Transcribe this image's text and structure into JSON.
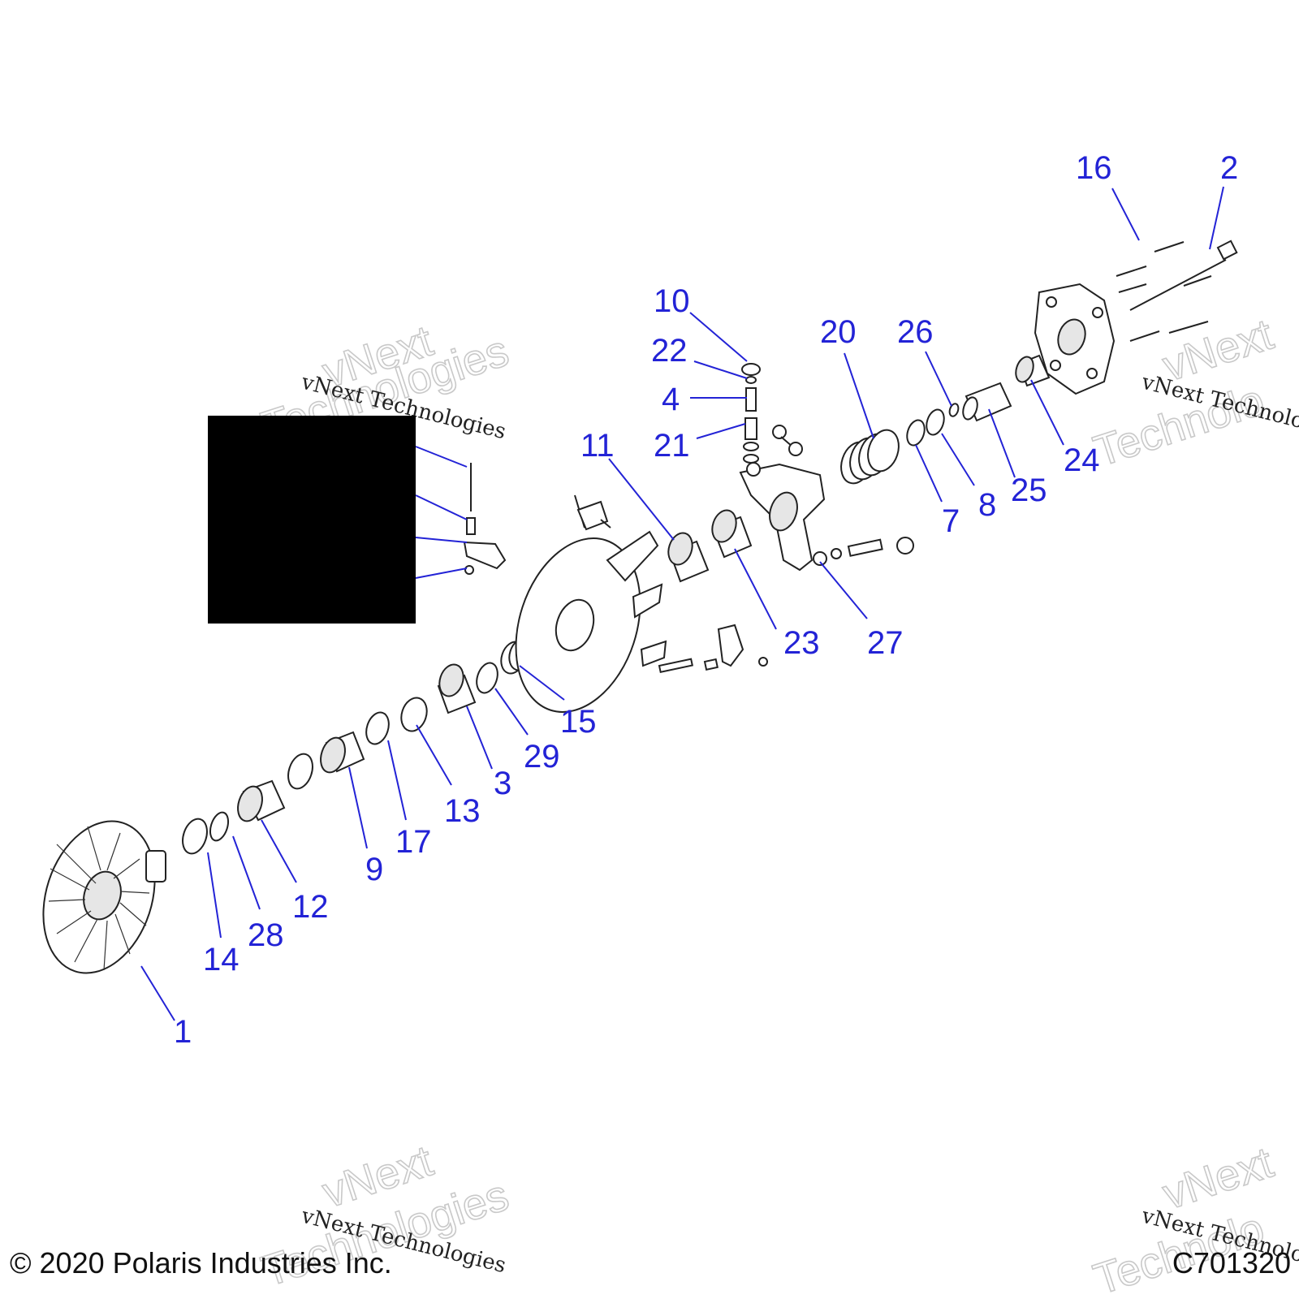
{
  "callouts": [
    {
      "id": "1",
      "label": "1"
    },
    {
      "id": "2",
      "label": "2"
    },
    {
      "id": "3",
      "label": "3"
    },
    {
      "id": "4",
      "label": "4"
    },
    {
      "id": "7",
      "label": "7"
    },
    {
      "id": "8",
      "label": "8"
    },
    {
      "id": "9",
      "label": "9"
    },
    {
      "id": "10",
      "label": "10"
    },
    {
      "id": "11",
      "label": "11"
    },
    {
      "id": "12",
      "label": "12"
    },
    {
      "id": "13",
      "label": "13"
    },
    {
      "id": "14",
      "label": "14"
    },
    {
      "id": "15",
      "label": "15"
    },
    {
      "id": "16",
      "label": "16"
    },
    {
      "id": "17",
      "label": "17"
    },
    {
      "id": "20",
      "label": "20"
    },
    {
      "id": "21",
      "label": "21"
    },
    {
      "id": "22",
      "label": "22"
    },
    {
      "id": "23",
      "label": "23"
    },
    {
      "id": "24",
      "label": "24"
    },
    {
      "id": "25",
      "label": "25"
    },
    {
      "id": "26",
      "label": "26"
    },
    {
      "id": "27",
      "label": "27"
    },
    {
      "id": "28",
      "label": "28"
    },
    {
      "id": "29",
      "label": "29"
    }
  ],
  "watermark": {
    "line_a": "vNext Technologies",
    "line_b1": "vNext",
    "line_b2": "Technologies",
    "line_b3": "Technolo",
    "line_a_cut": "vNext Technolo"
  },
  "footer": {
    "copyright": "© 2020 Polaris Industries Inc.",
    "figure_code": "C701320"
  },
  "colors": {
    "callout": "#2323d6",
    "redaction": "#000000"
  }
}
